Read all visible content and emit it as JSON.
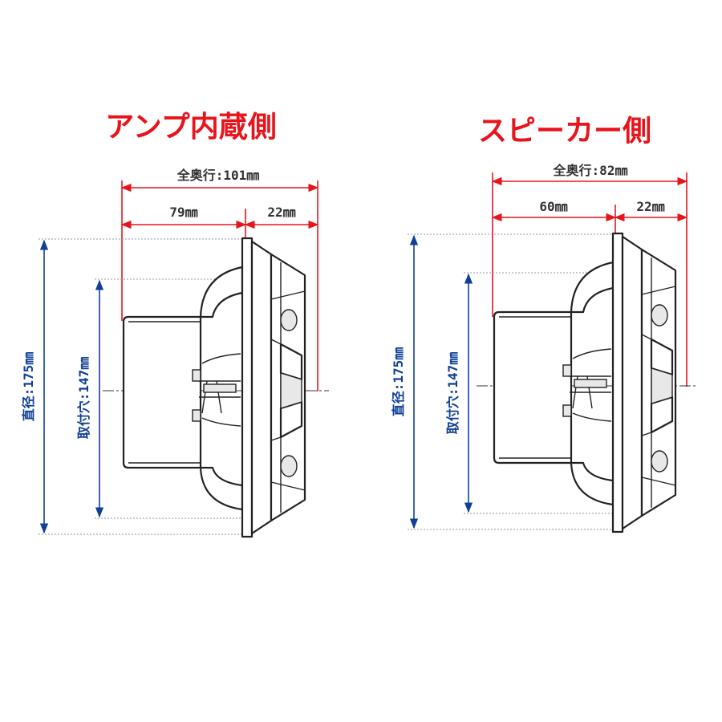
{
  "colors": {
    "title": "#e8141c",
    "depth_lines": "#e8141c",
    "diameter_lines": "#0f3f96",
    "drawing": "#222222"
  },
  "panels": [
    {
      "title": "アンプ内蔵側",
      "total_depth": "全奥行:101㎜",
      "depth_part_a": "79㎜",
      "depth_part_b": "22㎜",
      "diameter": "直径:175㎜",
      "mount_hole": "取付穴:147㎜"
    },
    {
      "title": "スピーカー側",
      "total_depth": "全奥行:82㎜",
      "depth_part_a": "60㎜",
      "depth_part_b": "22㎜",
      "diameter": "直径:175㎜",
      "mount_hole": "取付穴:147㎜"
    }
  ]
}
